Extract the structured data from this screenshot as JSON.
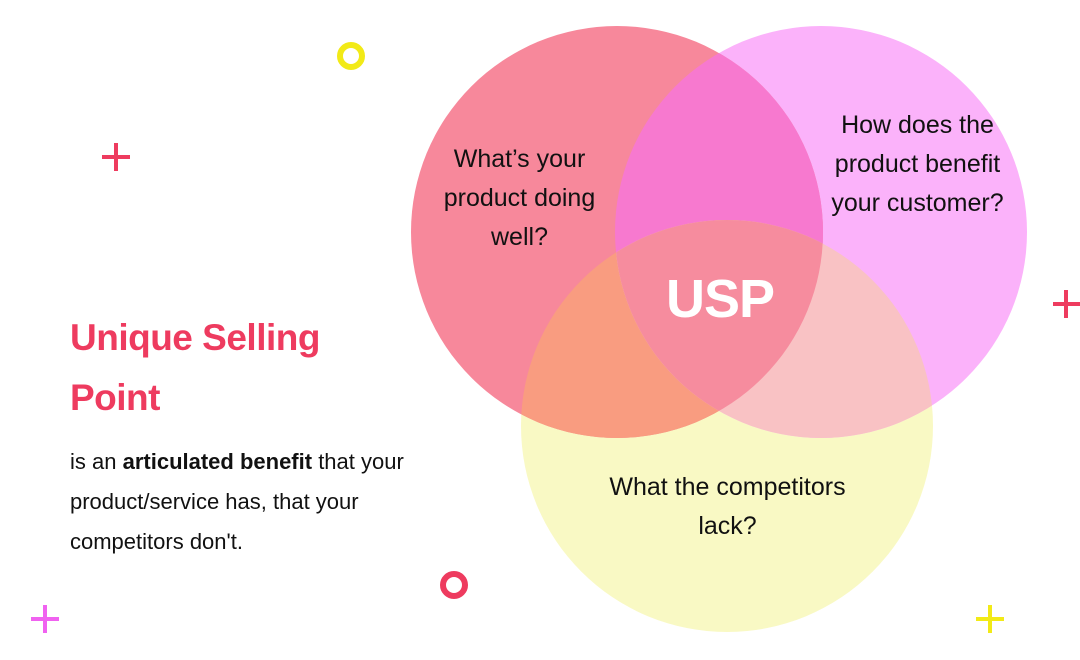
{
  "heading": "Unique Selling Point",
  "description": {
    "prefix": "is an ",
    "emphasis": "articulated benefit",
    "suffix": " that your product/service has, that your competitors don't."
  },
  "venn": {
    "left_label": "What’s your product doing well?",
    "right_label": "How does the product benefit your customer?",
    "bottom_label": "What the competitors lack?",
    "center_label": "USP"
  },
  "colors": {
    "accent": "#ee3b5f",
    "left": "#f7889b",
    "right": "#fbb2fa",
    "bottom": "#f9f9c4",
    "left_right": "#f779cf",
    "left_bottom": "#f99c80",
    "right_bottom": "#f9c2c4",
    "center": "#f68c9e"
  }
}
